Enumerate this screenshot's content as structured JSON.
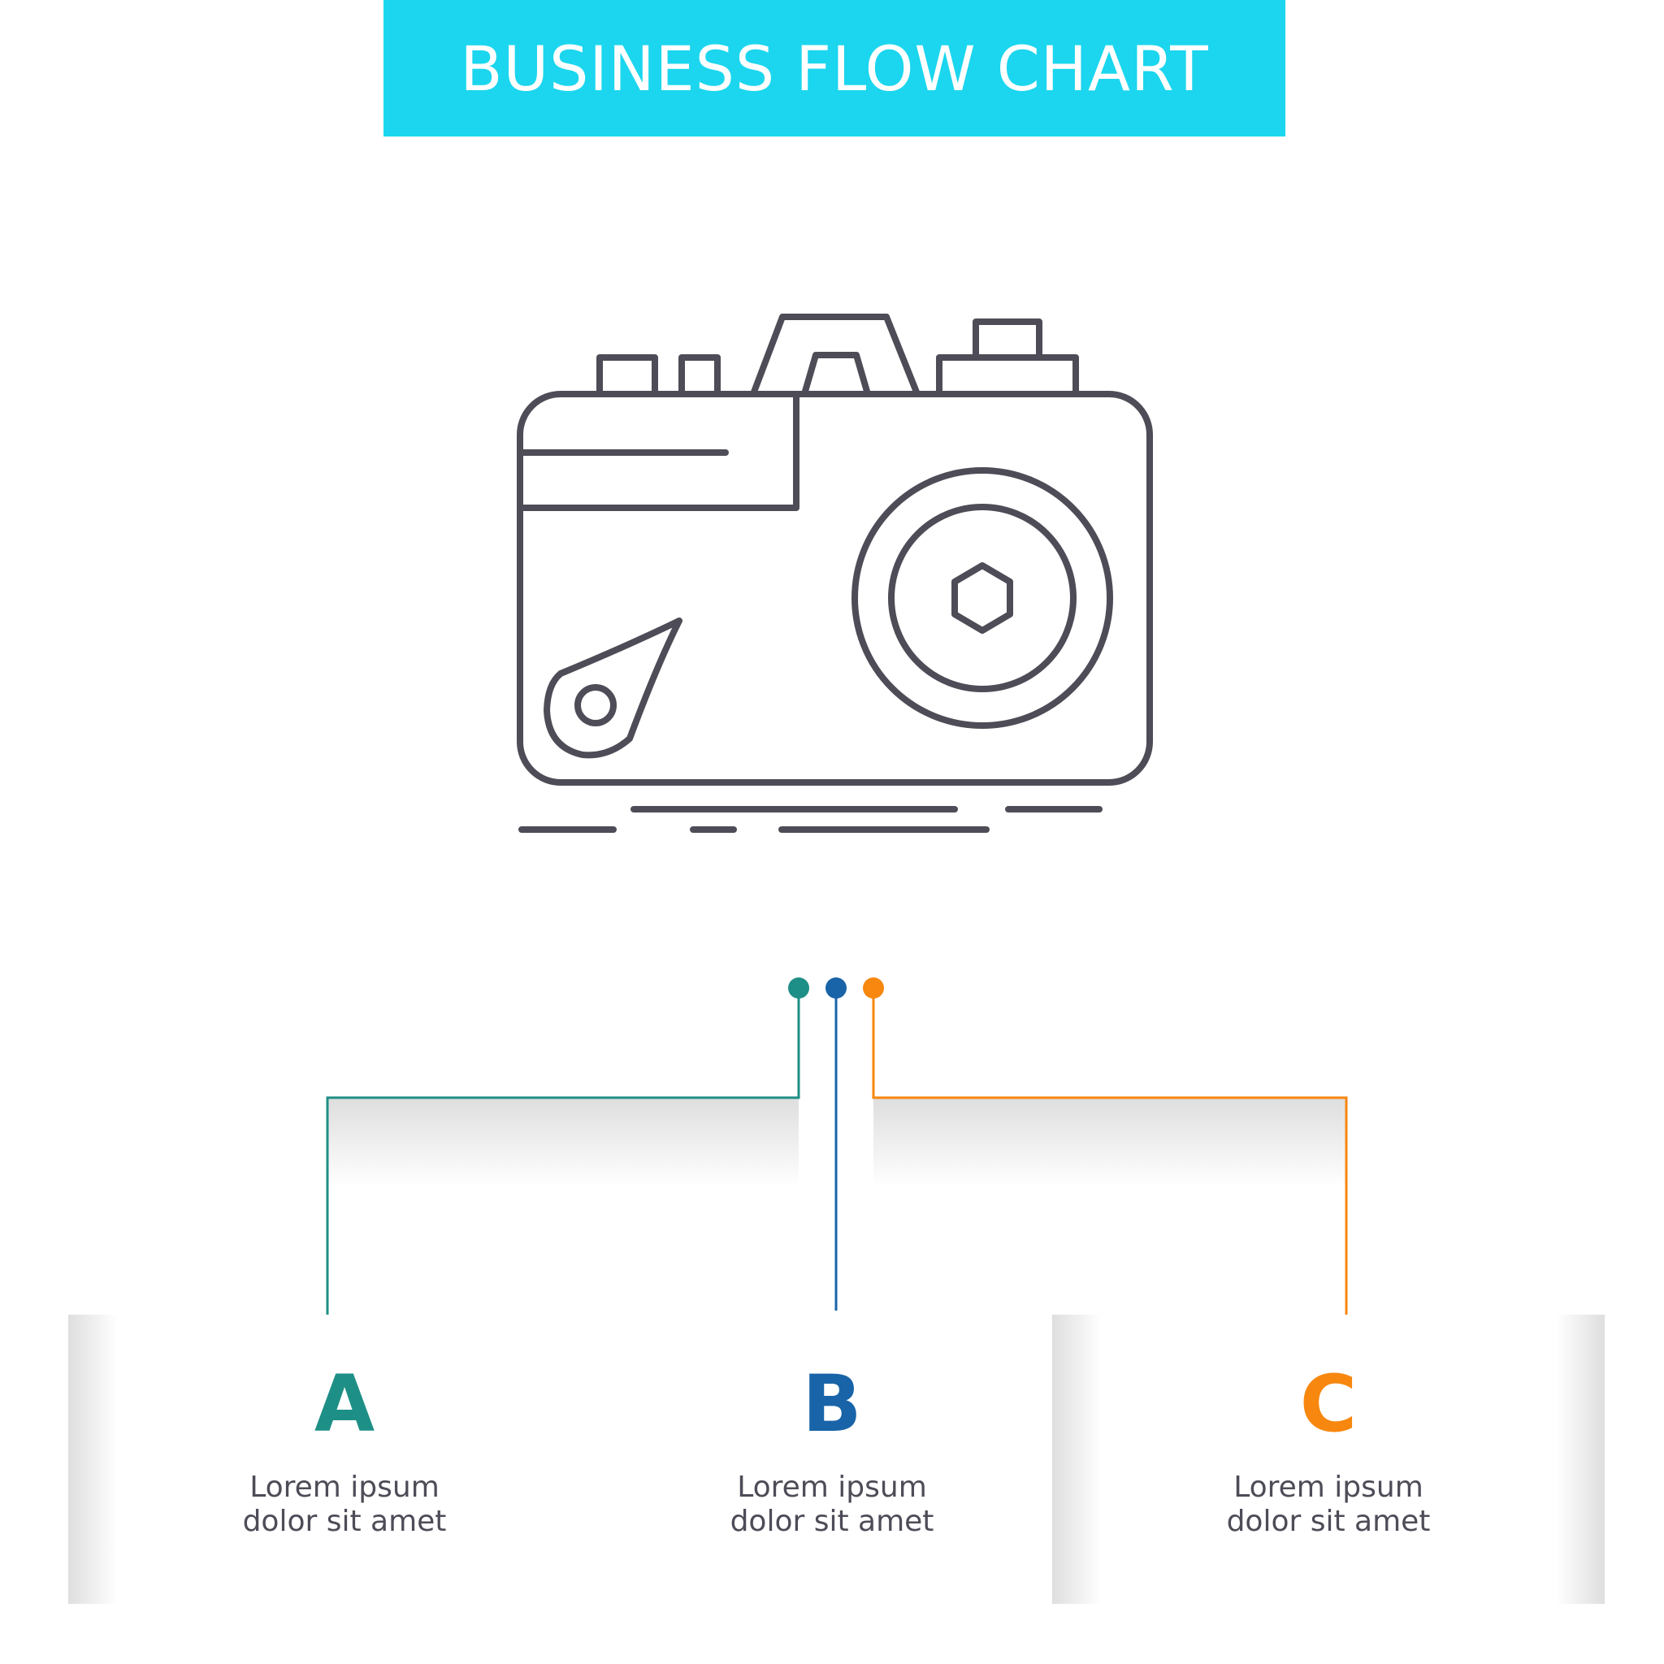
{
  "header": {
    "title": "BUSINESS FLOW CHART",
    "background_color": "#1bd6ee"
  },
  "icon": {
    "name": "camera-icon",
    "stroke_color": "#4d4c57"
  },
  "steps": [
    {
      "letter": "A",
      "line1": "Lorem ipsum",
      "line2": "dolor sit amet",
      "color": "#1e8f86"
    },
    {
      "letter": "B",
      "line1": "Lorem ipsum",
      "line2": "dolor sit amet",
      "color": "#1964a8"
    },
    {
      "letter": "C",
      "line1": "Lorem ipsum",
      "line2": "dolor sit amet",
      "color": "#f7870f"
    }
  ]
}
